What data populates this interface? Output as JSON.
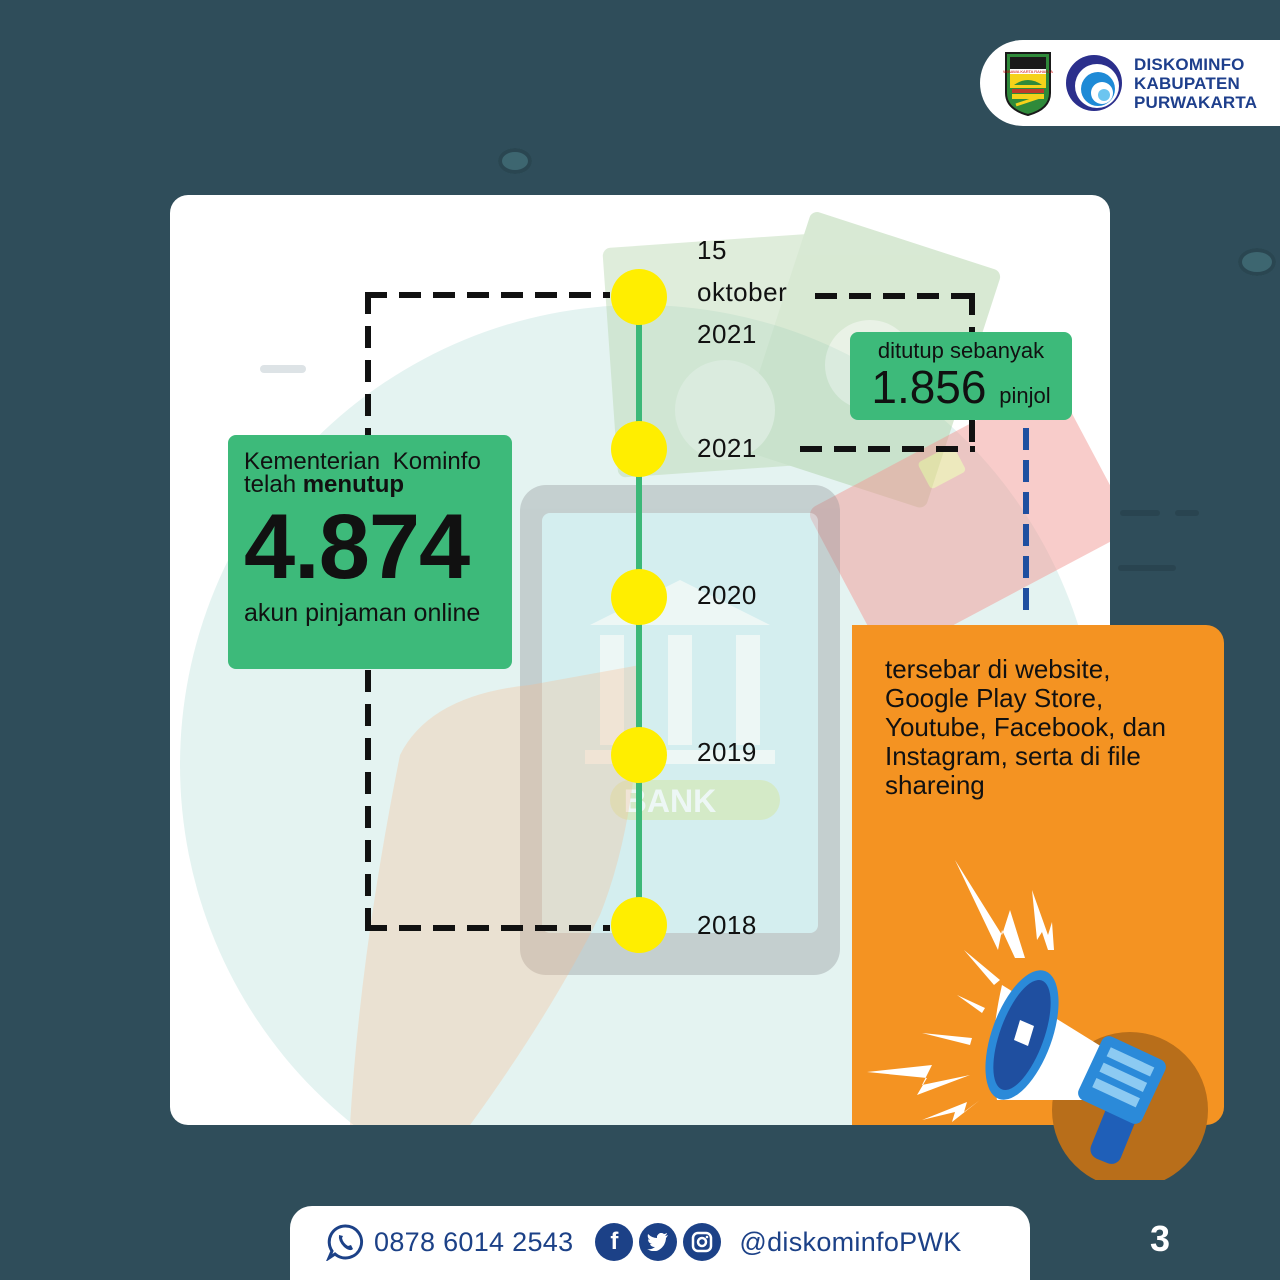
{
  "header": {
    "logo_text_lines": [
      "DISKOMINFO",
      "KABUPATEN",
      "PURWAKARTA"
    ],
    "crest_icon": "purwakarta-crest-icon",
    "kominfo_icon": "kominfo-logo-icon"
  },
  "timeline": {
    "nodes": [
      {
        "label_lines": [
          "15",
          "oktober",
          "2021"
        ]
      },
      {
        "label": "2021"
      },
      {
        "label": "2020"
      },
      {
        "label": "2019"
      },
      {
        "label": "2018"
      }
    ],
    "colors": {
      "line": "#3cb878",
      "node": "#ffee00"
    }
  },
  "main_box": {
    "line1": "Kementerian Kominfo",
    "line2_prefix": "telah ",
    "line2_bold": "menutup",
    "number": "4.874",
    "line3": "akun pinjaman online",
    "color": "#3dba7a"
  },
  "small_box": {
    "line1": "ditutup sebanyak",
    "number": "1.856",
    "unit": "pinjol"
  },
  "orange_panel": {
    "text": "tersebar di website, Google Play Store, Youtube, Facebook, dan Instagram, serta di file shareing",
    "lines": [
      "tersebar di website,",
      "Google Play Store,",
      "Youtube, Facebook, dan",
      "Instagram, serta di file",
      "shareing"
    ],
    "color": "#f49322",
    "icon": "megaphone-icon"
  },
  "footer": {
    "phone": "0878 6014 2543",
    "handle": "@diskominfoPWK",
    "social_icons": [
      "whatsapp-icon",
      "facebook-icon",
      "twitter-icon",
      "instagram-icon"
    ],
    "page_number": "3"
  },
  "theme": {
    "background": "#2f4d5a",
    "brand_blue": "#1c4187"
  }
}
